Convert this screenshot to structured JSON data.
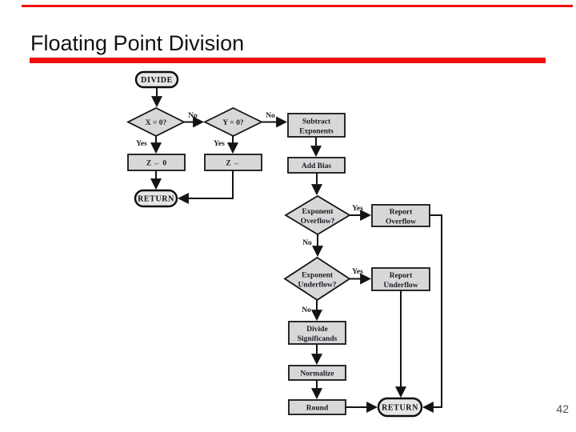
{
  "slide": {
    "title": "Floating Point Division",
    "page_number": "42"
  },
  "colors": {
    "accent_red": "#ee1111",
    "node_fill": "#d8d8d8",
    "line_color": "#141414",
    "node_text": "#1b1b26",
    "page_number_gray": "#4f4f48"
  },
  "flowchart": {
    "start": "DIVIDE",
    "x_test": "X = 0?",
    "y_test": "Y = 0?",
    "subtract_line1": "Subtract",
    "subtract_line2": "Exponents",
    "z_zero": "Z ← 0",
    "z_result": "Z ←",
    "return_left": "RETURN",
    "add_bias": "Add Bias",
    "overflow_line1": "Exponent",
    "overflow_line2": "Overflow?",
    "report_overflow_line1": "Report",
    "report_overflow_line2": "Overflow",
    "underflow_line1": "Exponent",
    "underflow_line2": "Underflow?",
    "report_underflow_line1": "Report",
    "report_underflow_line2": "Underflow",
    "divide_sig_line1": "Divide",
    "divide_sig_line2": "Significands",
    "normalize": "Normalize",
    "round": "Round",
    "return_bottom": "RETURN",
    "labels": {
      "x_no": "No",
      "y_no": "No",
      "x_yes": "Yes",
      "y_yes": "Yes",
      "overflow_yes": "Yes",
      "overflow_no": "No",
      "underflow_yes": "Yes",
      "underflow_no": "No"
    }
  }
}
